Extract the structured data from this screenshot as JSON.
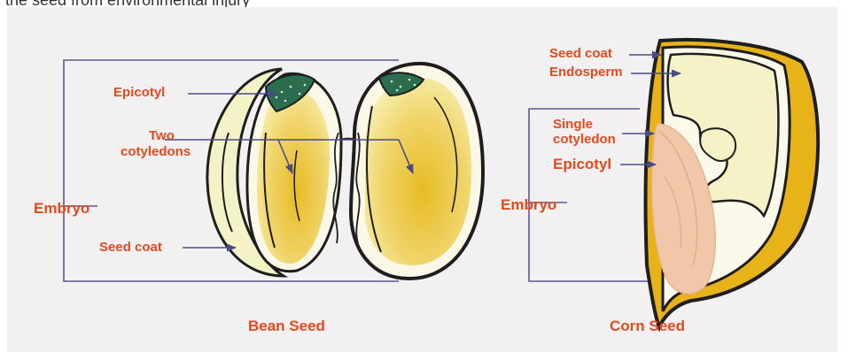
{
  "top_text": "the seed from environmental injury",
  "colors": {
    "label": "#e34a1c",
    "line": "#5a5a8e",
    "cotyledon": "#e6bc2a",
    "epicotyl_leaf": "#2d6d4f",
    "seed_coat_fill": "#f4f3c8",
    "corn_coat": "#e7b319",
    "embryo_pink": "#f0c7a8",
    "background": "#f3f0f2"
  },
  "bean": {
    "epicotyl": "Epicotyl",
    "two_cotyledons_line1": "Two",
    "two_cotyledons_line2": "cotyledons",
    "embryo": "Embryo",
    "seed_coat": "Seed coat",
    "title": "Bean Seed"
  },
  "corn": {
    "seed_coat": "Seed coat",
    "endosperm": "Endosperm",
    "single_cotyledon_line1": "Single",
    "single_cotyledon_line2": "cotyledon",
    "epicotyl": "Epicotyl",
    "embryo": "Embryo",
    "title": "Corn Seed"
  }
}
